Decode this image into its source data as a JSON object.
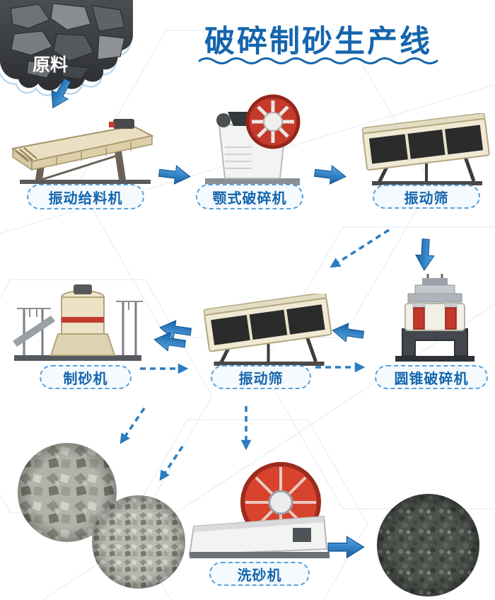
{
  "title": {
    "text": "破碎制砂生产线"
  },
  "raw_material": {
    "label": "原料"
  },
  "stages": {
    "feeder": {
      "label": "振动给料机"
    },
    "jaw_crusher": {
      "label": "颚式破碎机"
    },
    "screen_top": {
      "label": "振动筛"
    },
    "sand_maker": {
      "label": "制砂机"
    },
    "screen_mid": {
      "label": "振动筛"
    },
    "cone_crusher": {
      "label": "圆锥破碎机"
    },
    "sand_washer": {
      "label": "洗砂机"
    }
  },
  "colors": {
    "title_blue": "#1565ad",
    "label_text": "#1565ad",
    "pill_border": "#5aa0d8",
    "pill_background": "#f4fafe",
    "arrow_solid": "#2b7cc0",
    "machine_red": "#c8392b",
    "machine_cream": "#efe7d2"
  }
}
